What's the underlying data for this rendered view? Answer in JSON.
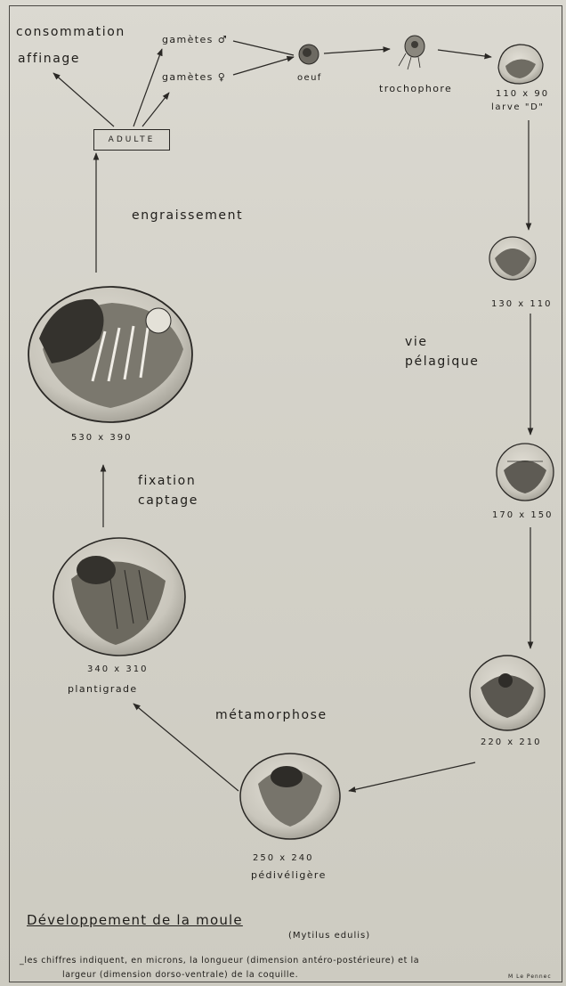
{
  "labels": {
    "consommation": "consommation",
    "affinage": "affinage",
    "gametes_m": "gamètes ♂",
    "gametes_f": "gamètes ♀",
    "oeuf": "oeuf",
    "trochophore": "trochophore",
    "adulte": "ADULTE",
    "engraissement": "engraissement",
    "vie": "vie",
    "pelagique": "pélagique",
    "fixation": "fixation",
    "captage": "captage",
    "metamorphose": "métamorphose",
    "plantigrade": "plantigrade",
    "pediveligere": "pédivéligère",
    "larve_d": "larve \"D\""
  },
  "sizes": {
    "s110": "110 x 90",
    "s130": "130 x 110",
    "s170": "170 x 150",
    "s220": "220 x 210",
    "s250": "250 x 240",
    "s340": "340 x 310",
    "s530": "530 x 390"
  },
  "caption": {
    "title": "Développement de la moule",
    "species": "(Mytilus edulis)",
    "line1": "_les chiffres indiquent, en microns, la longueur (dimension antéro-postérieure) et la",
    "line2": "largeur (dimension dorso-ventrale) de la coquille.",
    "signature": "M Le Pennec"
  }
}
